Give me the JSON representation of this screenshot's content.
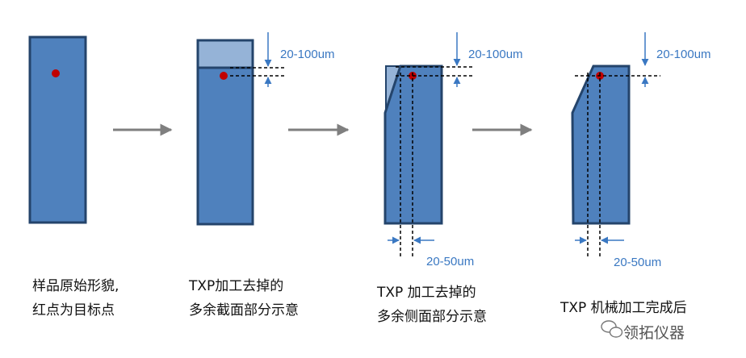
{
  "colors": {
    "block_fill": "#4f81bd",
    "block_stroke": "#24446b",
    "removed_fill": "#95b3d7",
    "arrow_gray": "#7f7f7f",
    "dim_blue": "#3a78c2",
    "target_red": "#c00000"
  },
  "steps": [
    {
      "caption_line1": "样品原始形貌,",
      "caption_line2": "红点为目标点"
    },
    {
      "caption_line1": "TXP加工去掉的",
      "caption_line2": "多余截面部分示意"
    },
    {
      "caption_line1": "TXP 加工去掉的",
      "caption_line2": "多余侧面部分示意"
    },
    {
      "caption_line1": "TXP 机械加工完成后"
    }
  ],
  "dimensions": {
    "top_offset": "20-100um",
    "side_offset": "20-50um"
  },
  "watermark": {
    "icon": "wechat-icon",
    "text": "领拓仪器"
  }
}
